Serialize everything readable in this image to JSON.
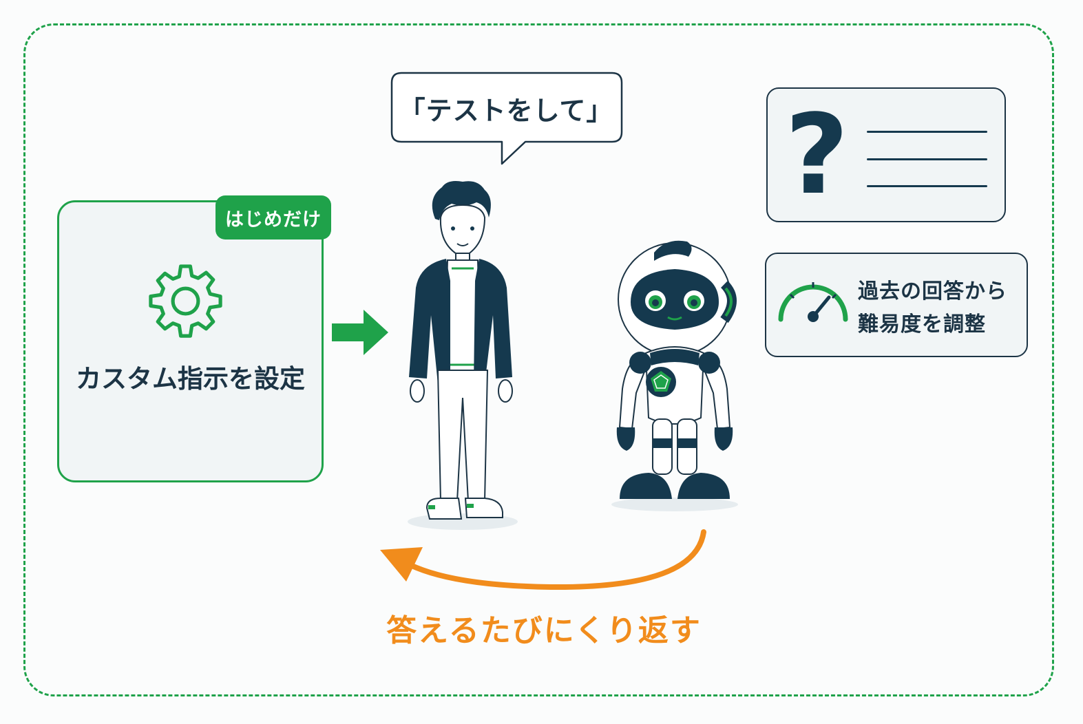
{
  "setup": {
    "badge": "はじめだけ",
    "label": "カスタム指示を設定"
  },
  "bubble": {
    "text": "「テストをして」"
  },
  "difficulty": {
    "line1": "過去の回答から",
    "line2": "難易度を調整"
  },
  "question": {
    "mark": "?"
  },
  "loop": {
    "label": "答えるたびにくり返す"
  },
  "icons": {
    "gear": "gear-icon",
    "arrow": "arrow-right-icon",
    "gauge": "speedometer-icon",
    "question": "question-mark-icon",
    "loop": "return-arrow-icon"
  },
  "colors": {
    "green": "#1fa24a",
    "navy": "#15394e",
    "orange": "#f18c1c"
  }
}
